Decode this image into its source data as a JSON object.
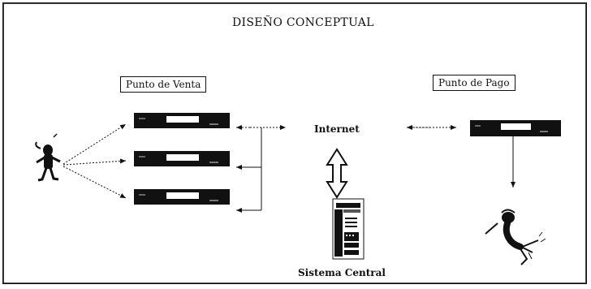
{
  "diagram": {
    "title": "DISEÑO CONCEPTUAL",
    "labels": {
      "punto_de_venta": "Punto de Venta",
      "punto_de_pago": "Punto de Pago",
      "internet": "Internet",
      "sistema_central": "Sistema Central"
    }
  },
  "colors": {
    "ink": "#111111",
    "background": "#ffffff"
  },
  "icons": [
    "person-icon",
    "terminal-icon",
    "server-icon",
    "double-arrow-icon",
    "falling-person-icon"
  ]
}
